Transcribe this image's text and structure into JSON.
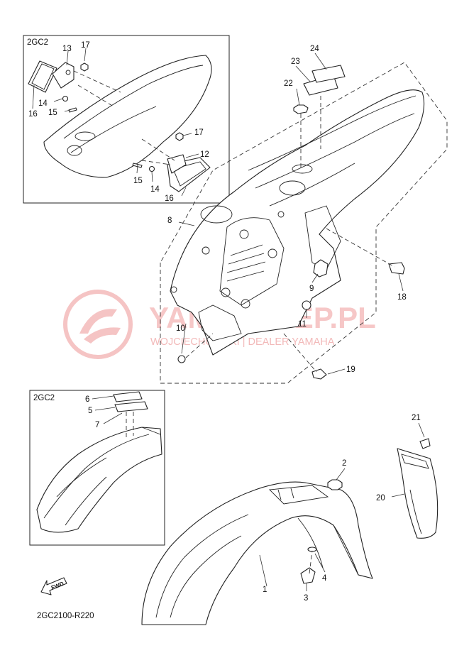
{
  "diagram_code": "2GC2100-R220",
  "inset_top_label": "2GC2",
  "inset_bottom_label": "2GC2",
  "fwd_label": "FWD",
  "watermark": {
    "brand": "YAMASKLEP.PL",
    "tagline": "WOJCIECHOWSKI | DEALER YAMAHA"
  },
  "parts": {
    "p1": "1",
    "p2": "2",
    "p3": "3",
    "p4": "4",
    "p5": "5",
    "p6": "6",
    "p7": "7",
    "p8": "8",
    "p9": "9",
    "p10": "10",
    "p11": "11",
    "p12": "12",
    "p13": "13",
    "p14a": "14",
    "p14b": "14",
    "p15a": "15",
    "p15b": "15",
    "p16a": "16",
    "p16b": "16",
    "p17a": "17",
    "p17b": "17",
    "p18": "18",
    "p19": "19",
    "p20": "20",
    "p21": "21",
    "p22": "22",
    "p23": "23",
    "p24": "24"
  }
}
